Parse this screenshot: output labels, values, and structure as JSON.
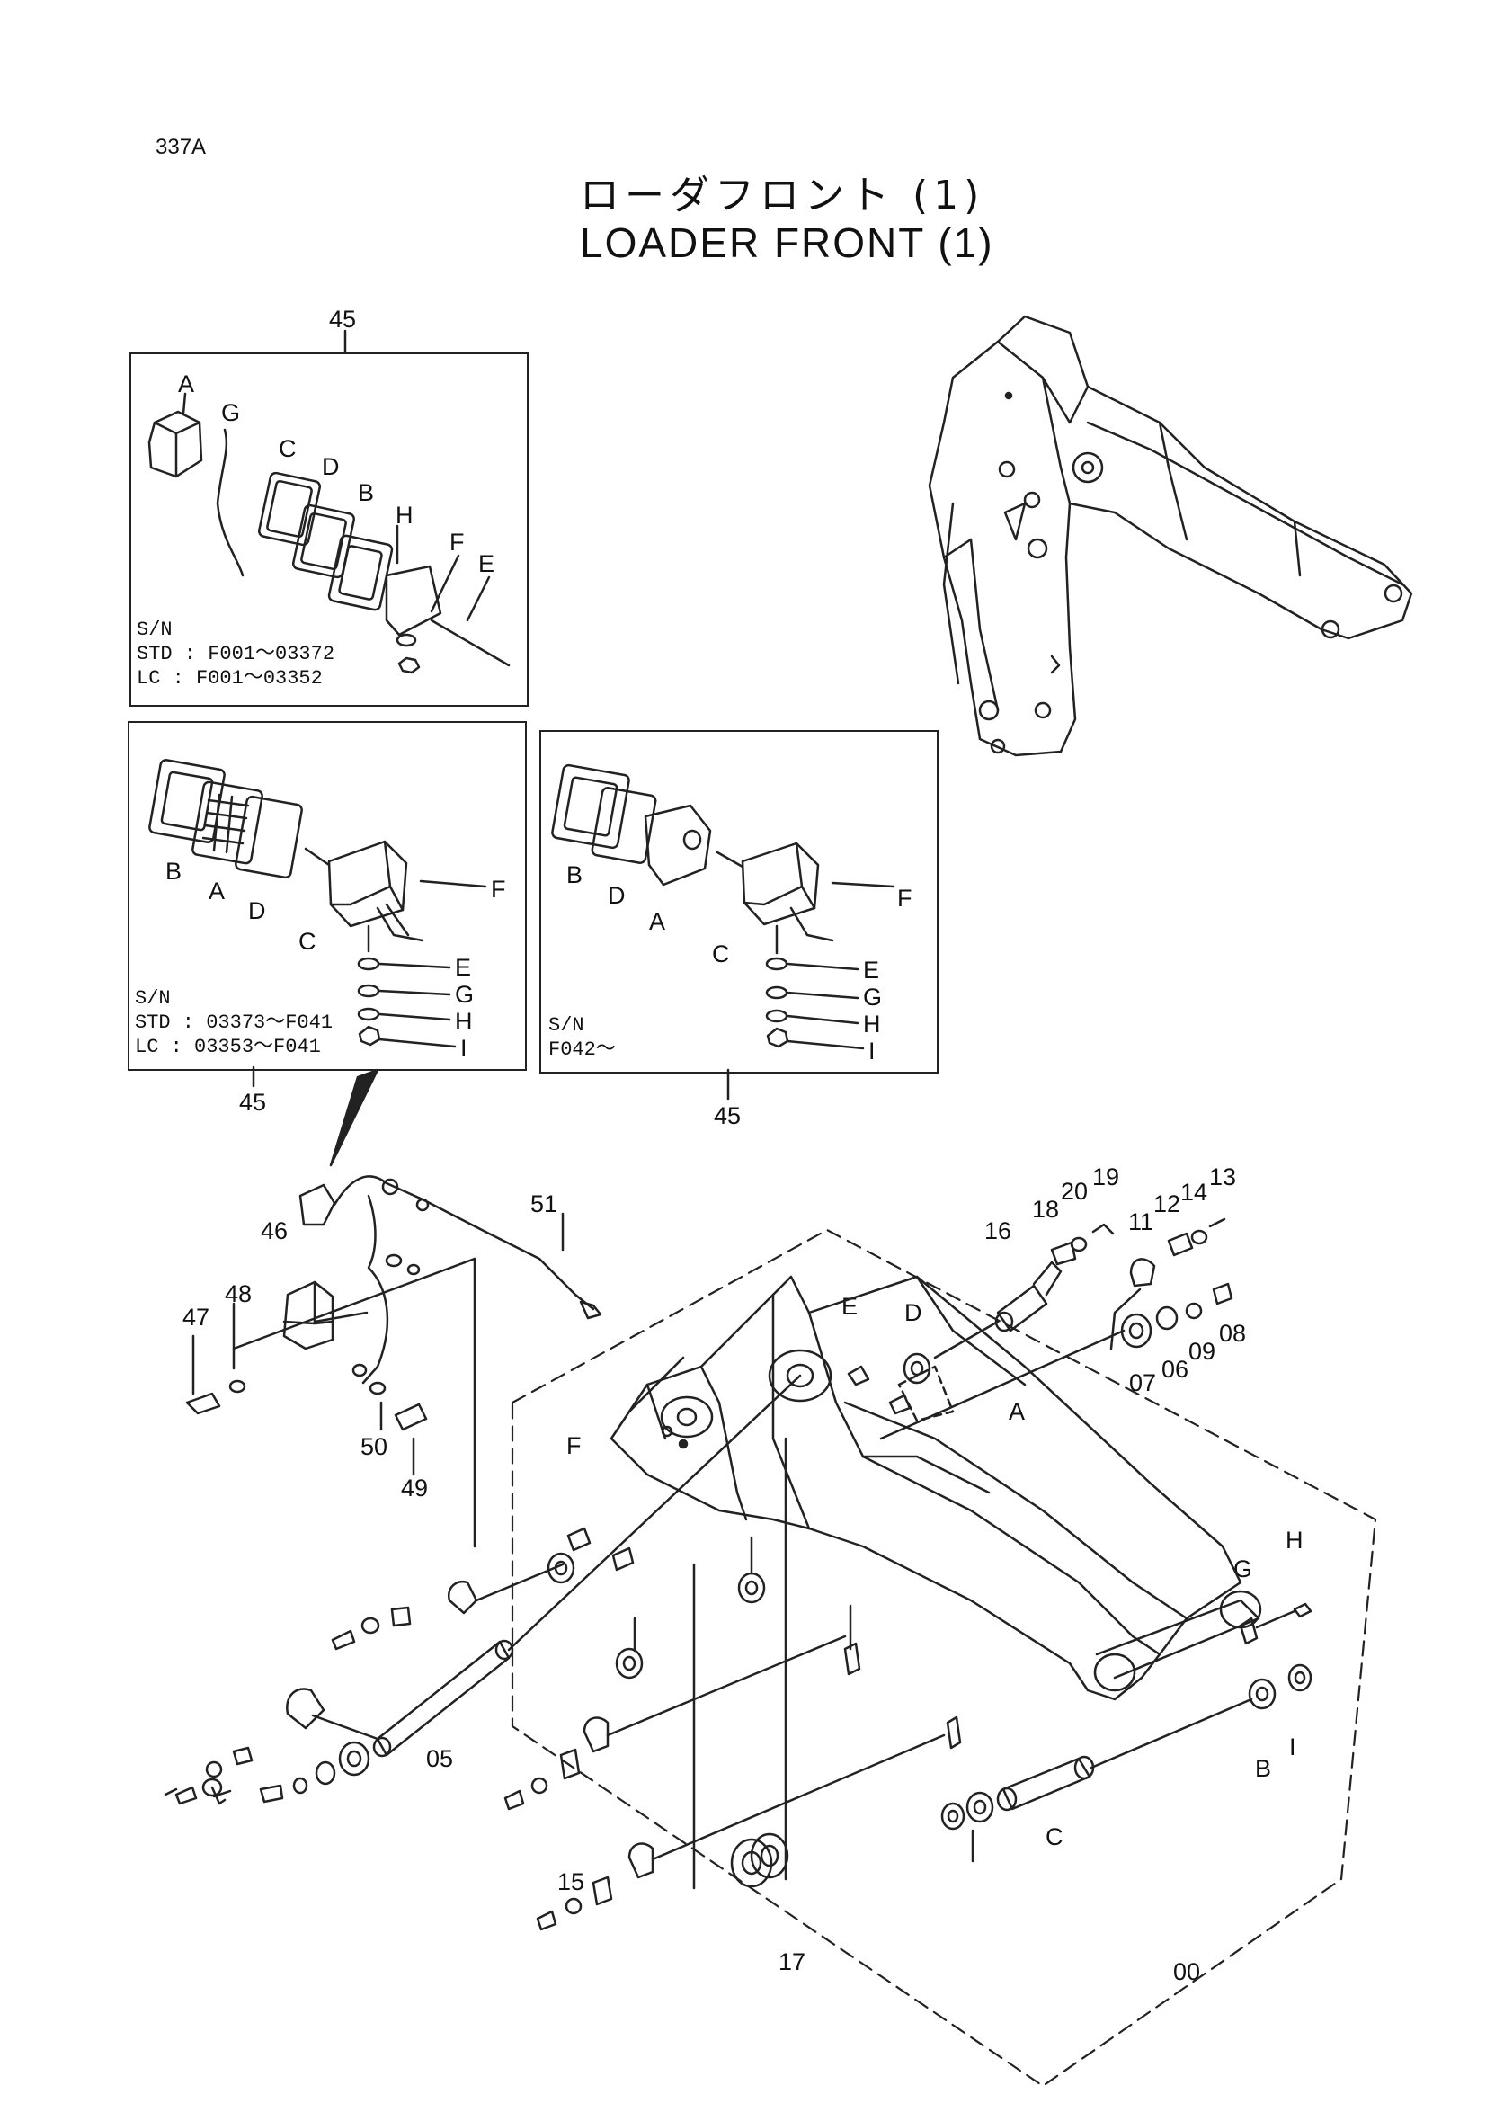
{
  "page_code": "337A",
  "title_jp": "ローダフロント (1)",
  "title_en": "LOADER FRONT (1)",
  "inset_top": {
    "ref": "45",
    "labels": [
      "A",
      "G",
      "C",
      "D",
      "B",
      "H",
      "F",
      "E"
    ],
    "sn_lines": [
      "S/N",
      "STD : F001～03372",
      "LC  : F001～03352"
    ]
  },
  "inset_mid_left": {
    "ref": "45",
    "labels": [
      "B",
      "A",
      "D",
      "C",
      "F",
      "E",
      "G",
      "H",
      "I"
    ],
    "sn_lines": [
      "S/N",
      "STD : 03373～F041",
      "LC  : 03353～F041"
    ]
  },
  "inset_mid_right": {
    "ref": "45",
    "labels": [
      "B",
      "D",
      "A",
      "C",
      "F",
      "E",
      "G",
      "H",
      "I"
    ],
    "sn_lines": [
      "S/N",
      "F042～"
    ]
  },
  "callouts_main": [
    "51",
    "46",
    "48",
    "47",
    "50",
    "49",
    "16",
    "18",
    "20",
    "19",
    "11",
    "12",
    "14",
    "13",
    "08",
    "07",
    "06",
    "09",
    "00",
    "A",
    "B",
    "C",
    "D",
    "E",
    "F",
    "G",
    "H",
    "I",
    "05",
    "15",
    "17"
  ],
  "assembly_ref": "00"
}
